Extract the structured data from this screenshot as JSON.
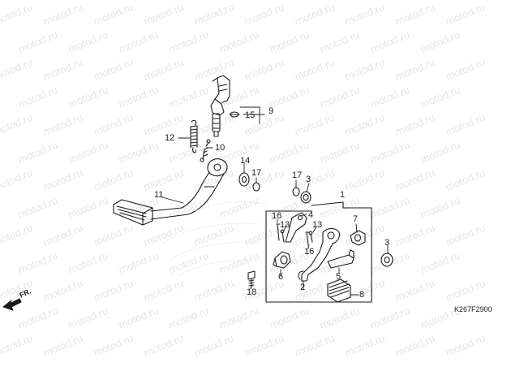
{
  "watermark": "motod.ru",
  "diagram_code": "K267F2900",
  "direction_label": "FR.",
  "callouts": {
    "c1": "1",
    "c2": "2",
    "c3a": "3",
    "c3b": "3",
    "c4": "4",
    "c5": "5",
    "c6": "6",
    "c7": "7",
    "c8": "8",
    "c9": "9",
    "c10": "10",
    "c11": "11",
    "c12": "12",
    "c13a": "13",
    "c13b": "13",
    "c14": "14",
    "c15": "15",
    "c16a": "16",
    "c16b": "16",
    "c17a": "17",
    "c17b": "17",
    "c18": "18"
  },
  "colors": {
    "line": "#1a1a1a",
    "watermark": "#e6e6e6"
  }
}
